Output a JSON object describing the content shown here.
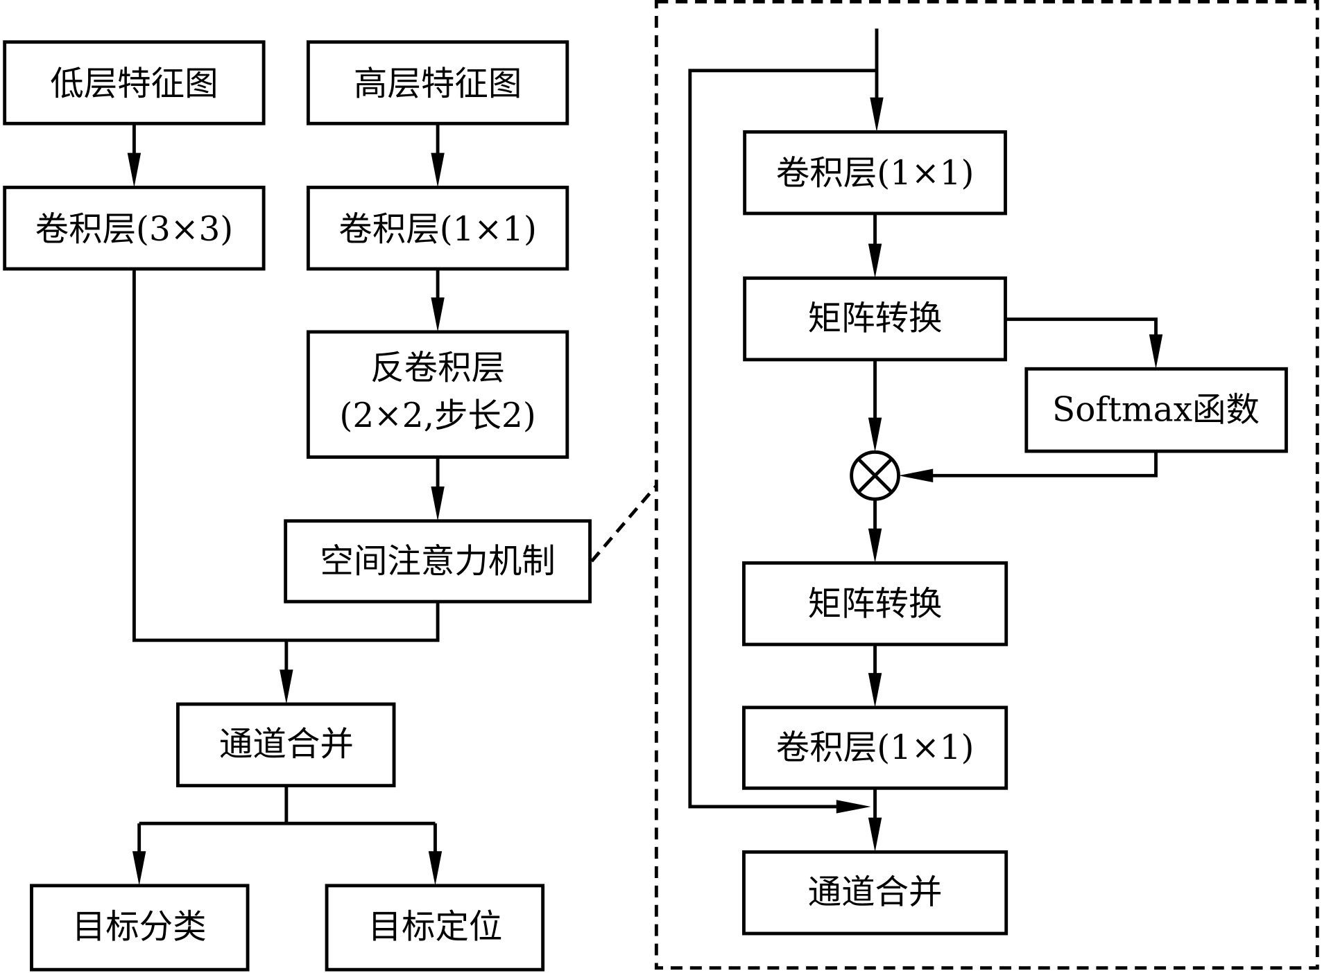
{
  "left": {
    "low_feature": "低层特征图",
    "high_feature": "高层特征图",
    "conv3": "卷积层(3×3)",
    "conv1": "卷积层(1×1)",
    "deconv_line1": "反卷积层",
    "deconv_line2": "(2×2,步长2)",
    "attention": "空间注意力机制",
    "concat": "通道合并",
    "classify": "目标分类",
    "locate": "目标定位"
  },
  "detail": {
    "conv1_top": "卷积层(1×1)",
    "reshape1": "矩阵转换",
    "softmax": "Softmax函数",
    "multiply_symbol": "⊗",
    "reshape2": "矩阵转换",
    "conv1_bottom": "卷积层(1×1)",
    "concat": "通道合并"
  }
}
